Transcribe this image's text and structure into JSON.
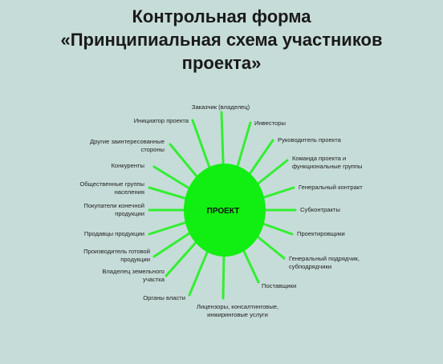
{
  "title": {
    "line1": "Контрольная форма",
    "line2": "«Принципиальная схема участников",
    "line3": "проекта»"
  },
  "colors": {
    "background": "#c6dcd8",
    "center_fill": "#11ee11",
    "ray": "#33ee33",
    "text": "#222222"
  },
  "center": {
    "label": "ПРОЕКТ"
  },
  "participants": [
    {
      "lines": [
        "Заказчик (владелец)"
      ]
    },
    {
      "lines": [
        "Инвесторы"
      ]
    },
    {
      "lines": [
        "Руководитель проекта"
      ]
    },
    {
      "lines": [
        "Команда проекта и",
        "функциональные группы"
      ]
    },
    {
      "lines": [
        "Генеральный контракт"
      ]
    },
    {
      "lines": [
        "Субконтракты"
      ]
    },
    {
      "lines": [
        "Проектировщики"
      ]
    },
    {
      "lines": [
        "Генеральный подрядчик,",
        "субподрядчики"
      ]
    },
    {
      "lines": [
        "Поставщики"
      ]
    },
    {
      "lines": [
        "Лицензоры, консалтинговые,",
        "инжиринговые услуги"
      ]
    },
    {
      "lines": [
        "Органы власти"
      ]
    },
    {
      "lines": [
        "Владелец земельного",
        "участка"
      ]
    },
    {
      "lines": [
        "Производитель готовой",
        "продукции"
      ]
    },
    {
      "lines": [
        "Продавцы продукции"
      ]
    },
    {
      "lines": [
        "Покупатели конечной",
        "продукции"
      ]
    },
    {
      "lines": [
        "Общественные группы",
        "населения"
      ]
    },
    {
      "lines": [
        "Конкуренты"
      ]
    },
    {
      "lines": [
        "Другие заинтересованные",
        "стороны"
      ]
    },
    {
      "lines": [
        "Инициатор проекта"
      ]
    }
  ]
}
